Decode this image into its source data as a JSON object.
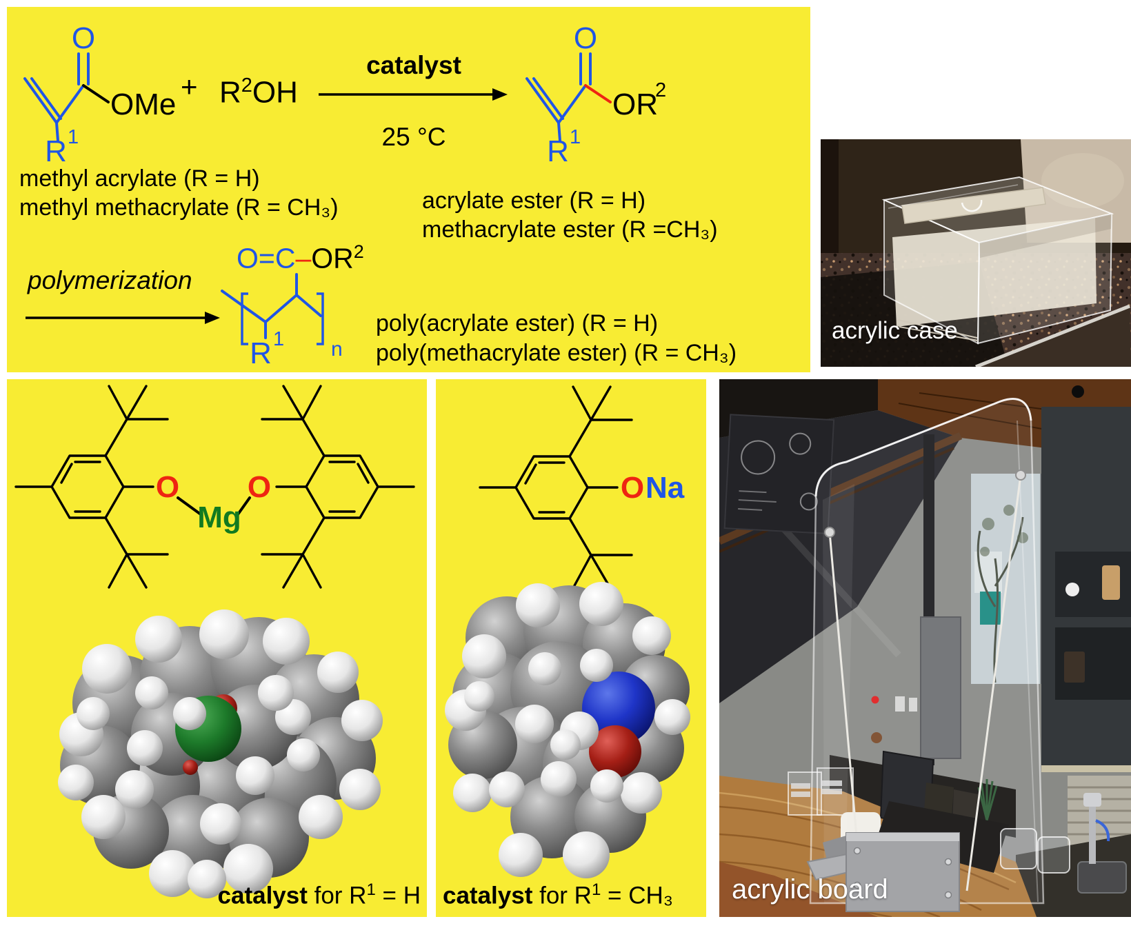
{
  "colors": {
    "panel_yellow": "#F8EC33",
    "structure_blue": "#1F55E6",
    "oxygen_red": "#EE2512",
    "magnesium_green": "#127A20",
    "sodium_blue": "#1F55E6"
  },
  "scheme": {
    "reactant": {
      "o": "O",
      "ome": "OMe",
      "r_base": "R",
      "r_sup": "1"
    },
    "plus": "+",
    "alcohol": {
      "base": "R",
      "sup": "2",
      "rest": "OH"
    },
    "arrow": {
      "above": "catalyst",
      "below": "25 °C"
    },
    "product": {
      "o": "O",
      "or_base": "OR",
      "or_sup": "2",
      "r_base": "R",
      "r_sup": "1"
    },
    "captions": {
      "reactant_line1": "methyl acrylate (R = H)",
      "reactant_line2": "methyl methacrylate (R = CH₃)",
      "product_line1": "acrylate ester (R = H)",
      "product_line2": "methacrylate ester (R =CH₃)"
    },
    "polymerization": {
      "arrow_label": "polymerization",
      "ester_o": "O",
      "ester_eq": "=",
      "ester_c": "C",
      "ester_dash": "–",
      "ester_or": "OR",
      "ester_or_sup": "2",
      "r_base": "R",
      "r_sup": "1",
      "n": "n",
      "caption_line1": "poly(acrylate ester) (R = H)",
      "caption_line2": "poly(methacrylate ester) (R = CH₃)"
    }
  },
  "mg_catalyst": {
    "o_left": "O",
    "o_right": "O",
    "metal": "Mg",
    "caption_bold": "catalyst",
    "caption_mid": " for R",
    "caption_sup": "1",
    "caption_end": " = H"
  },
  "na_catalyst": {
    "o": "O",
    "metal": "Na",
    "caption_bold": "catalyst",
    "caption_mid": " for R",
    "caption_sup": "1",
    "caption_end": " = CH₃"
  },
  "photo_case": {
    "label": "acrylic case"
  },
  "photo_board": {
    "label": "acrylic board"
  }
}
